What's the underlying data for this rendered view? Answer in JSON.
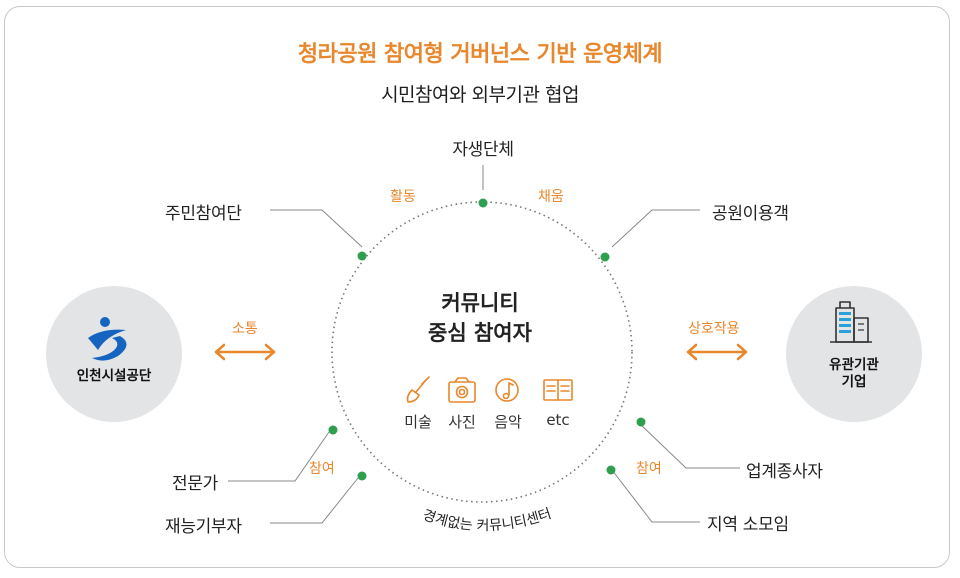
{
  "title": "청라공원 참여형 거버넌스 기반 운영체계",
  "subtitle": "시민참여와 외부기관 협업",
  "center": {
    "line1": "커뮤니티",
    "line2": "중심 참여자"
  },
  "arts": [
    "미술",
    "사진",
    "음악",
    "etc"
  ],
  "outer_labels": {
    "top": "자생단체",
    "top_left": "주민참여단",
    "top_right": "공원이용객",
    "bottom_left_1": "전문가",
    "bottom_left_2": "재능기부자",
    "bottom_right_1": "업계종사자",
    "bottom_right_2": "지역 소모임"
  },
  "arc_labels": {
    "activity": "활동",
    "fill": "채움",
    "participate_left": "참여",
    "participate_right": "참여",
    "boundless": "경계없는 커뮤니티센터"
  },
  "left_org": {
    "name": "인천시설공단",
    "relation": "소통"
  },
  "right_org": {
    "name_line1": "유관기관",
    "name_line2": "기업",
    "relation": "상호작용"
  },
  "colors": {
    "accent": "#e8872c",
    "node_green": "#2e9e4f",
    "circle_gray": "#e3e4e6",
    "logo_blue": "#1565c0"
  },
  "icons": [
    "paintbrush-icon",
    "camera-icon",
    "music-note-icon",
    "book-icon",
    "building-icon",
    "incheon-logo",
    "double-arrow-icon"
  ]
}
